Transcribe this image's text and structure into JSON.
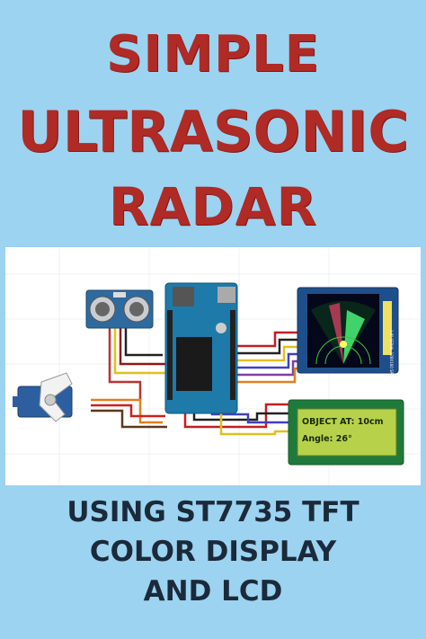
{
  "title": {
    "line1": "SIMPLE",
    "line2": "ULTRASONIC",
    "line3": "RADAR"
  },
  "diagram": {
    "lcd_line1": "OBJECT AT: 10cm",
    "lcd_line2": "Angle:  26°",
    "tft_label": "1.8\" SERIAL 128X160 SPI TFT LCD"
  },
  "subtitle": {
    "line1": "USING ST7735 TFT",
    "line2": "COLOR DISPLAY",
    "line3": "AND LCD"
  },
  "colors": {
    "background": "#9cd3f0",
    "title": "#b02a26",
    "subtitle": "#1b2a3a",
    "arduino": "#1e7aa8",
    "lcd_screen": "#b7d24a"
  }
}
